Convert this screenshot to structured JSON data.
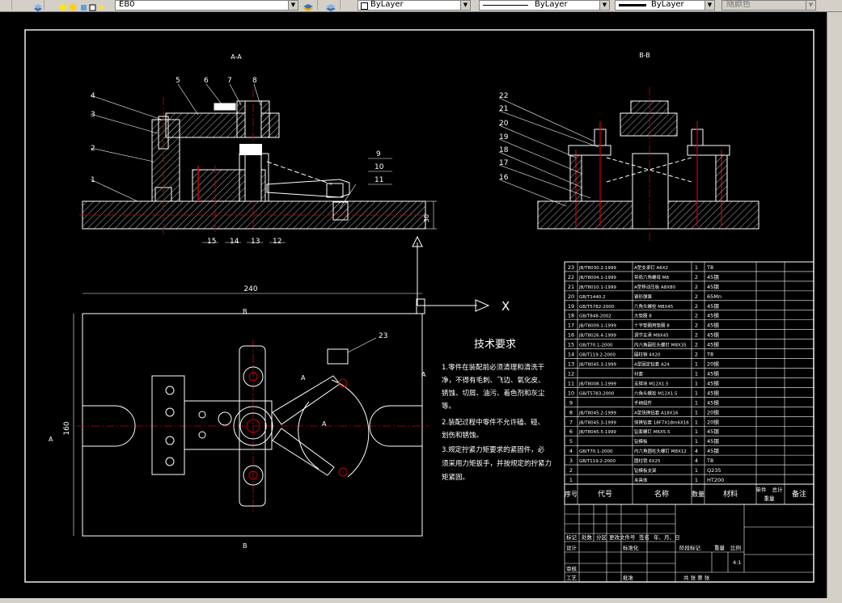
{
  "toolbar": {
    "layer_name": "EB0",
    "color_value": "ByLayer",
    "linetype_value": "ByLayer",
    "lineweight_value": "ByLayer",
    "plotstyle_value": "随颜色"
  },
  "drawing": {
    "section_aa": "A-A",
    "section_bb": "B-B",
    "dim_240": "240",
    "dim_160": "160",
    "dim_30": "30",
    "axis_x": "X",
    "mark_a_top": "A",
    "mark_a_right": "A",
    "mark_a_left": "A",
    "mark_a_mid": "A",
    "mark_b_top": "B",
    "mark_b_bottom": "B",
    "callouts_aa": [
      "1",
      "2",
      "3",
      "4",
      "5",
      "6",
      "7",
      "8",
      "9",
      "10",
      "11",
      "12",
      "13",
      "14",
      "15"
    ],
    "callouts_bb": [
      "22",
      "21",
      "20",
      "19",
      "18",
      "17",
      "16"
    ],
    "callout_23": "23",
    "tech_title": "技术要求",
    "tech_lines": [
      "1.零件在装配前必须清理和清洗干",
      "净，不得有毛刺、飞边、氧化皮、",
      "锈蚀、切屑、油污、着色剂和灰尘",
      "等。",
      "2.装配过程中零件不允许磕、碰、",
      "划伤和锈蚀。",
      "3.规定拧紧力矩要求的紧固件，必",
      "须采用力矩扳手，并按规定的拧紧力",
      "矩紧固。"
    ]
  },
  "bom": {
    "rows": [
      {
        "no": "23",
        "code": "JB/T8030.2-1999",
        "name": "A型支承钉 A6X2",
        "qty": "1",
        "mat": "T8"
      },
      {
        "no": "22",
        "code": "JB/T8004.1-1999",
        "name": "带肩六角螺母 M8",
        "qty": "2",
        "mat": "45钢"
      },
      {
        "no": "21",
        "code": "JB/T8010.1-1999",
        "name": "A型移动压板 A8X80",
        "qty": "2",
        "mat": "45钢"
      },
      {
        "no": "20",
        "code": "GB/T1440.2",
        "name": "锥形弹簧",
        "qty": "2",
        "mat": "65Mn"
      },
      {
        "no": "19",
        "code": "GB/T5782-2000",
        "name": "六角头螺栓 M8X45",
        "qty": "2",
        "mat": "45钢"
      },
      {
        "no": "18",
        "code": "GB/T848-2002",
        "name": "大垫圈 8",
        "qty": "2",
        "mat": "45钢"
      },
      {
        "no": "17",
        "code": "JB/T8009.1-1999",
        "name": "十字垫圈用垫圈 8",
        "qty": "2",
        "mat": "45钢"
      },
      {
        "no": "16",
        "code": "JB/T8026.4-1999",
        "name": "调节支承 M8X45",
        "qty": "2",
        "mat": "45钢"
      },
      {
        "no": "15",
        "code": "GB/T70.1-2000",
        "name": "内六角圆柱头螺钉 M8X35",
        "qty": "2",
        "mat": "45钢"
      },
      {
        "no": "14",
        "code": "GB/T119.2-2000",
        "name": "圆柱销 4X20",
        "qty": "2",
        "mat": "T8"
      },
      {
        "no": "13",
        "code": "JB/T8045.3-1999",
        "name": "A型固定钻套 A24",
        "qty": "1",
        "mat": "20钢"
      },
      {
        "no": "12",
        "code": "",
        "name": "衬套",
        "qty": "1",
        "mat": "45钢"
      },
      {
        "no": "11",
        "code": "JB/T8008.1-1999",
        "name": "支撑块 M12X1.5",
        "qty": "1",
        "mat": "45钢"
      },
      {
        "no": "10",
        "code": "GB/T5783-2000",
        "name": "六角头螺栓 M12X1.5",
        "qty": "1",
        "mat": "45钢"
      },
      {
        "no": "9",
        "code": "",
        "name": "手柄组件",
        "qty": "1",
        "mat": "45钢"
      },
      {
        "no": "8",
        "code": "JB/T8045.2-1999",
        "name": "A型快换钻套 A18X16",
        "qty": "1",
        "mat": "20钢"
      },
      {
        "no": "7",
        "code": "JB/T8045.3-1999",
        "name": "快换钻套 18F7X18m6X16",
        "qty": "1",
        "mat": "20钢"
      },
      {
        "no": "6",
        "code": "JB/T8045.5-1999",
        "name": "钻套螺钉 M6X5.5",
        "qty": "1",
        "mat": "45钢"
      },
      {
        "no": "5",
        "code": "",
        "name": "钻模板",
        "qty": "1",
        "mat": "45钢"
      },
      {
        "no": "4",
        "code": "GB/T70.1-2000",
        "name": "内六角圆柱头螺钉 M8X12",
        "qty": "4",
        "mat": "45钢"
      },
      {
        "no": "3",
        "code": "GB/T119.2-2000",
        "name": "圆柱销 6X25",
        "qty": "4",
        "mat": "T8"
      },
      {
        "no": "2",
        "code": "",
        "name": "钻模板支架",
        "qty": "1",
        "mat": "Q235"
      },
      {
        "no": "1",
        "code": "",
        "name": "夹具体",
        "qty": "1",
        "mat": "HT200"
      }
    ],
    "header": {
      "no": "序号",
      "code": "代号",
      "name": "名称",
      "qty": "数量",
      "mat": "材料",
      "single": "单件",
      "total": "总计",
      "weight": "重量",
      "remark": "备注"
    }
  },
  "titleblock": {
    "mark": "标记",
    "count": "处数",
    "zone": "分区",
    "change_doc": "更改文件号",
    "sign": "签名",
    "date": "年、月、日",
    "design": "设计",
    "standardize": "标准化",
    "stage_mark": "阶段标记",
    "weight": "重量",
    "scale": "比例",
    "scale_value": "4:1",
    "review": "审核",
    "process": "工艺",
    "approve": "批准",
    "sheets": "共   张  第   张"
  }
}
